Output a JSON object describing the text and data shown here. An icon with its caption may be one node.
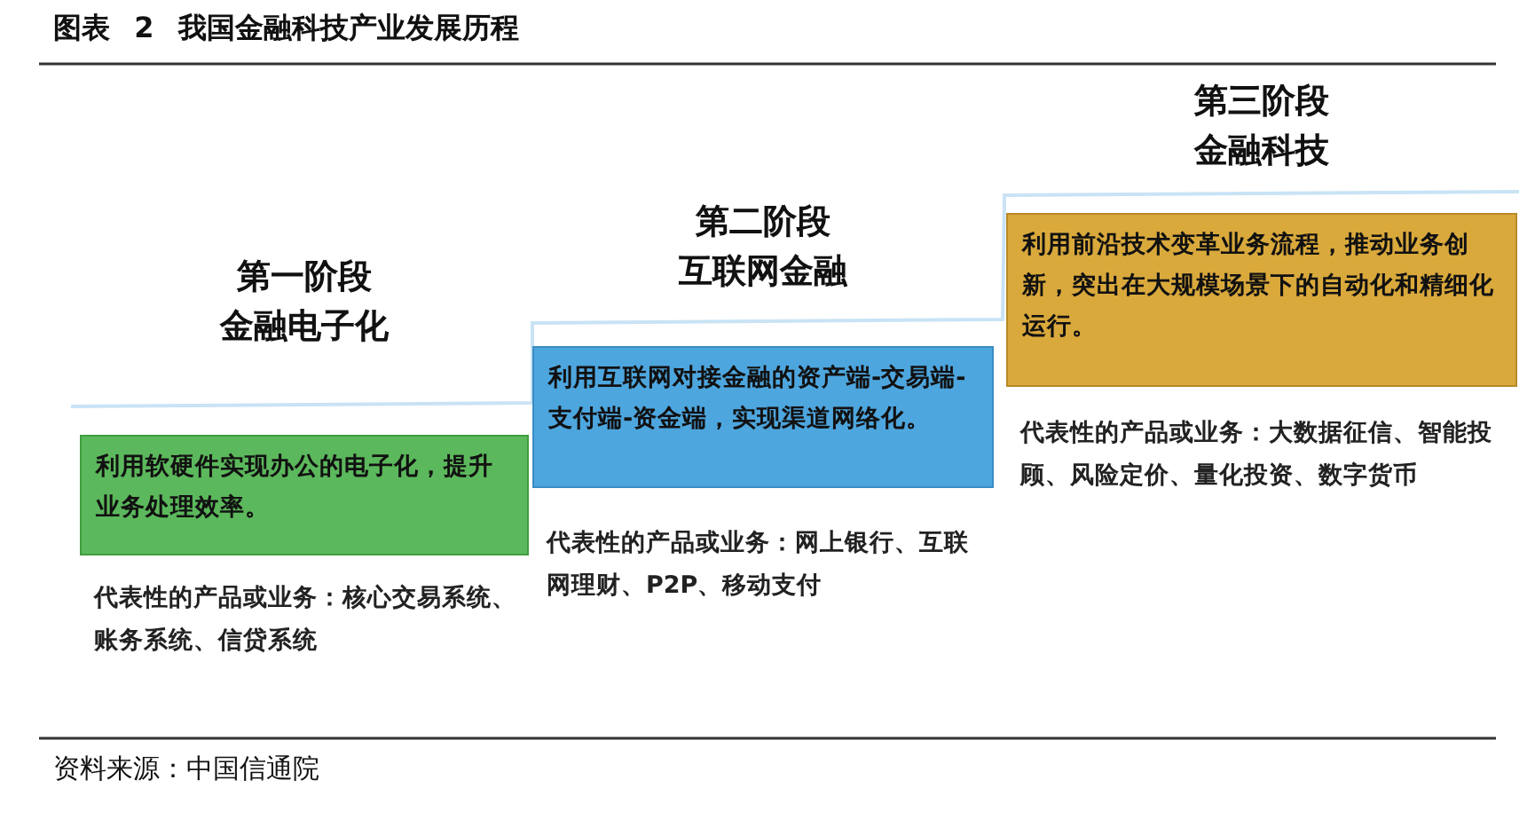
{
  "diagram": {
    "title": "图表 2 我国金融科技产业发展历程",
    "caption": "资料来源：中国信通院",
    "nodes": [
      {
        "text": [
          "第一阶段",
          "金融电子化",
          "利用软硬件实现办公的电子化，提升业务处理效率。"
        ]
      },
      {
        "text": [
          "第二阶段",
          "互联网金融",
          "利用互联网对接金融的资产端-交易端-支付端-资金端，实现渠道网络化。"
        ]
      },
      {
        "text": [
          "第三阶段",
          "金融科技",
          "利用前沿技术变革业务流程，推动业务创新，突出在大规模场景下的自动化和精细化运行。"
        ]
      }
    ],
    "labels": [
      "代表性的产品或业务：核心交易系统、账务系统、信贷系统",
      "代表性的产品或业务：网上银行、互联网理财、P2P、移动支付",
      "代表性的产品或业务：大数据征信、智能投顾、风险定价、量化投资、数字货币"
    ]
  }
}
